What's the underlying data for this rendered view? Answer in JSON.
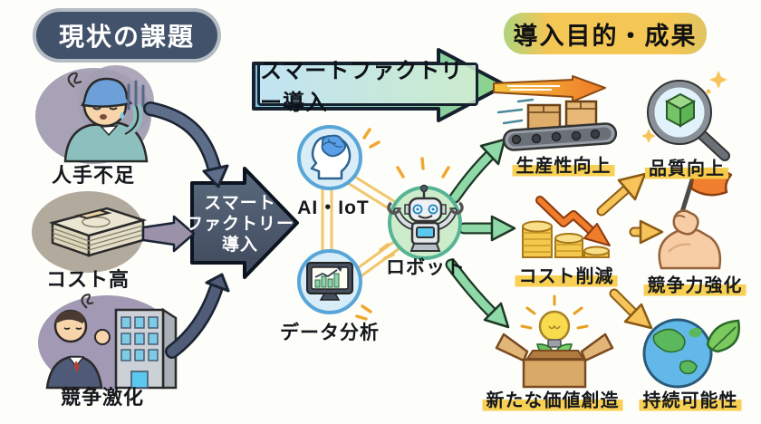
{
  "challenges": {
    "title": "現状の課題",
    "items": [
      {
        "label": "人手不足",
        "icon": "worker-icon"
      },
      {
        "label": "コスト高",
        "icon": "money-stack-icon"
      },
      {
        "label": "競争激化",
        "icon": "businessman-building-icon"
      }
    ]
  },
  "transformation": {
    "block_lines": [
      "スマート",
      "ファクトリー",
      "導入"
    ],
    "banner": "スマートファクトリー導入"
  },
  "technologies": {
    "items": [
      {
        "label": "AI・IoT",
        "icon": "ai-brain-icon"
      },
      {
        "label": "ロボット",
        "icon": "robot-icon"
      },
      {
        "label": "データ分析",
        "icon": "chart-monitor-icon"
      }
    ]
  },
  "results": {
    "title": "導入目的・成果",
    "items": [
      {
        "label": "生産性向上",
        "icon": "conveyor-icon"
      },
      {
        "label": "品質向上",
        "icon": "magnifier-box-icon"
      },
      {
        "label": "コスト削減",
        "icon": "coins-down-icon"
      },
      {
        "label": "競争力強化",
        "icon": "arm-flag-icon"
      },
      {
        "label": "新たな価値創造",
        "icon": "idea-box-icon"
      },
      {
        "label": "持続可能性",
        "icon": "earth-leaf-icon"
      }
    ]
  },
  "colors": {
    "badge_dark": "#42526a",
    "badge_yellow": "#f4c654",
    "dark_arrow": "#4e5c70",
    "banner_gradient_start": "#7fc3e2",
    "banner_gradient_end": "#8ed489",
    "green_arrow": "#8fd8a8",
    "yellow_arrow": "#f6c45a",
    "orange_accent": "#ef7d2a",
    "highlight": "#f8cd4a",
    "circle_blue_fill": "#d9edf8",
    "circle_blue_border": "#58a6d8",
    "circle_green_fill": "#cdeccb",
    "circle_green_border": "#55b493"
  }
}
